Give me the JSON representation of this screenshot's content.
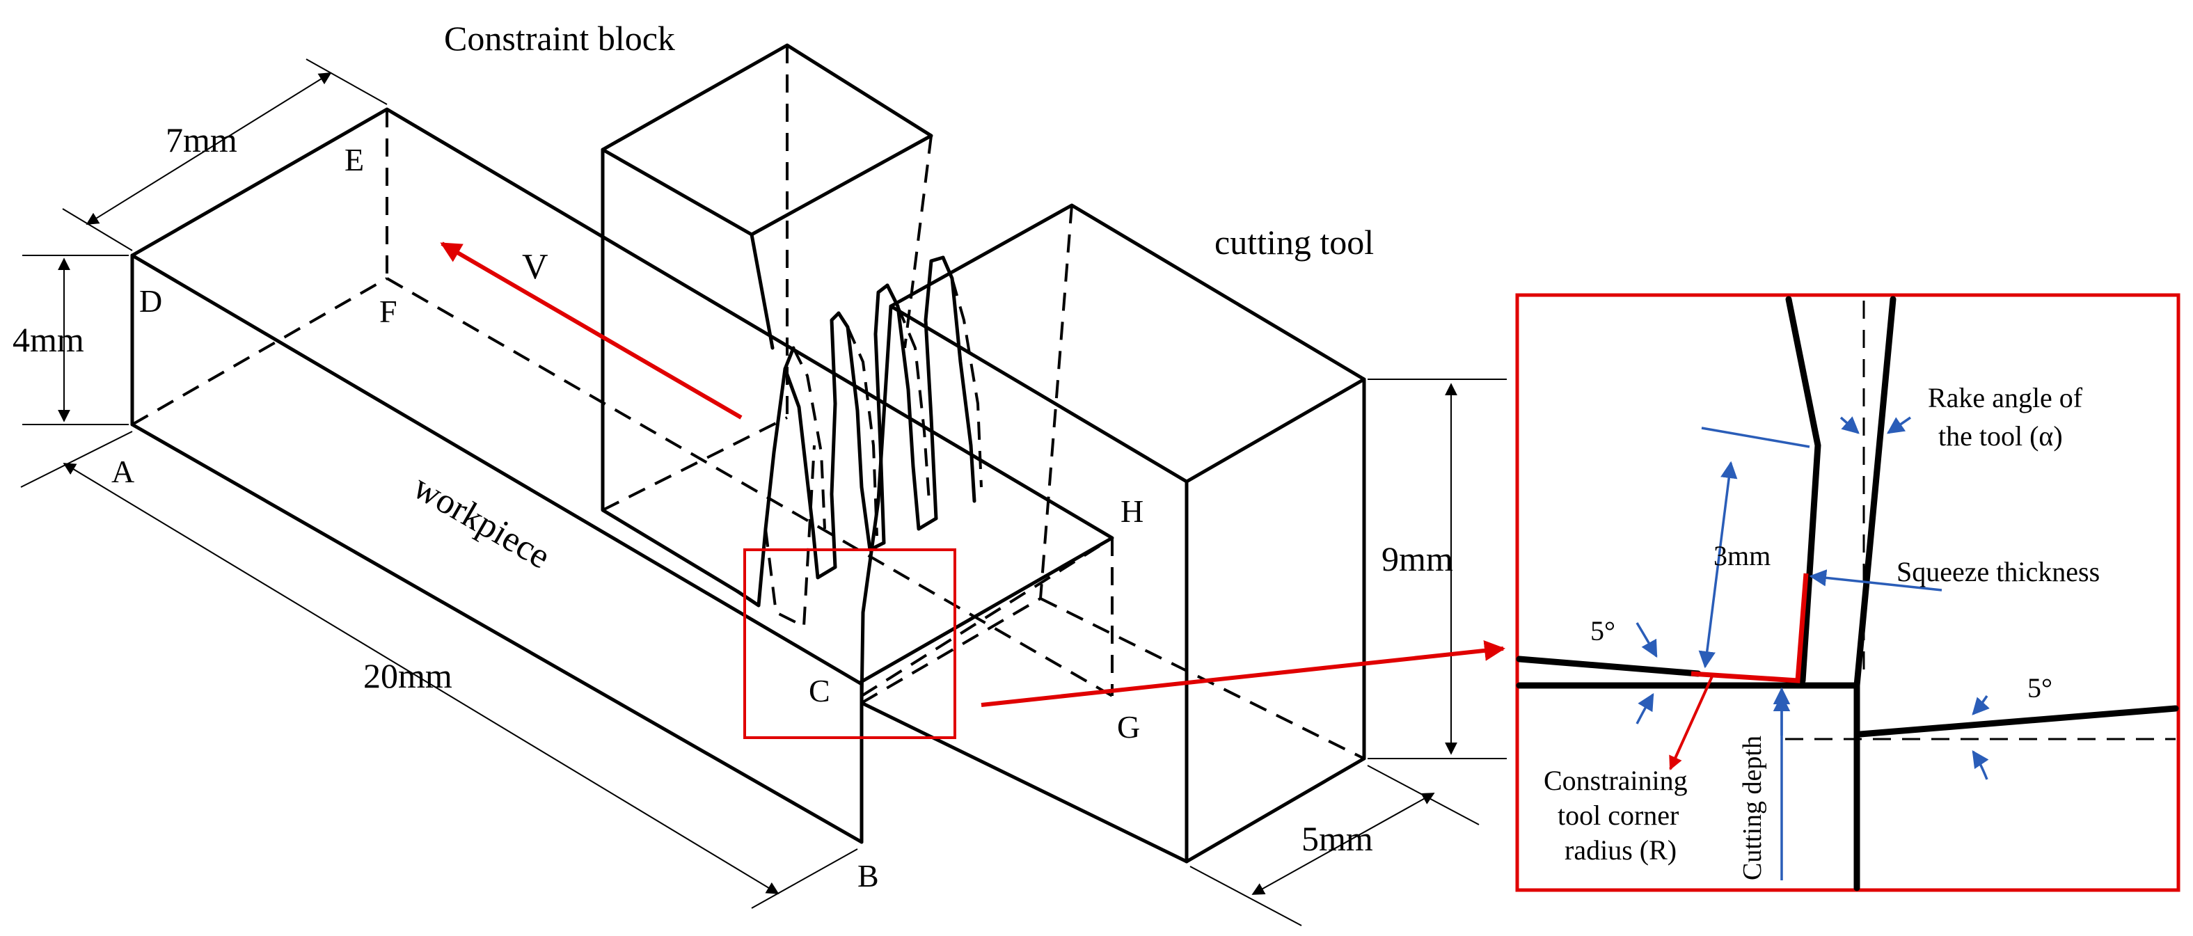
{
  "labels": {
    "constraint_block": "Constraint block",
    "cutting_tool": "cutting tool",
    "workpiece": "workpiece",
    "velocity": "V",
    "dim_7mm": "7mm",
    "dim_4mm": "4mm",
    "dim_20mm": "20mm",
    "dim_9mm": "9mm",
    "dim_5mm": "5mm",
    "point_A": "A",
    "point_B": "B",
    "point_C": "C",
    "point_D": "D",
    "point_E": "E",
    "point_F": "F",
    "point_G": "G",
    "point_H": "H"
  },
  "inset": {
    "rake_angle_line1": "Rake angle of",
    "rake_angle_line2": "the tool (α)",
    "squeeze_thickness": "Squeeze thickness",
    "dim_3mm": "3mm",
    "angle_left": "5°",
    "angle_right": "5°",
    "cutting_depth": "Cutting depth",
    "corner_radius_line1": "Constraining",
    "corner_radius_line2": "tool corner",
    "corner_radius_line3": "radius (R)"
  },
  "colors": {
    "line": "#000000",
    "highlight": "#e00000",
    "annotation": "#2a5db8"
  }
}
